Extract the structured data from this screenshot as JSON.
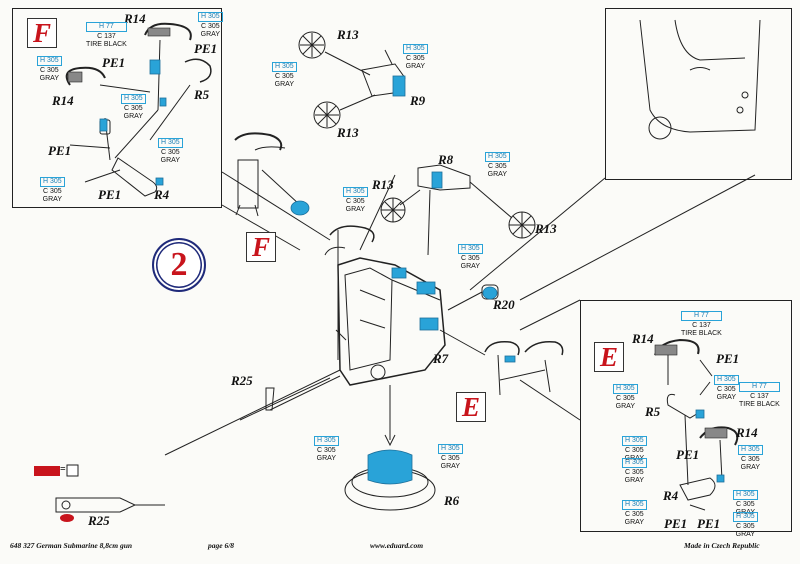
{
  "step": {
    "number": "2"
  },
  "colors": {
    "accent_red": "#c8141c",
    "cyan_part": "#29a3d8",
    "step_blue": "#1f2a7a",
    "h305": "H 305",
    "c305": "C 305",
    "gray": "GRAY",
    "h77": "H 77",
    "c137": "C 137",
    "tire_black": "TIRE BLACK"
  },
  "sections": {
    "f": "F",
    "e": "E"
  },
  "parts": {
    "r14": "R14",
    "pe1": "PE1",
    "r5": "R5",
    "r4": "R4",
    "r13": "R13",
    "r9": "R9",
    "r8": "R8",
    "r20": "R20",
    "r7": "R7",
    "r25": "R25",
    "r6": "R6"
  },
  "legend": {
    "symbol": "="
  },
  "footer": {
    "left": "648 327   German Submarine 8,8cm gun",
    "page": "page 6/8",
    "center": "www.eduard.com",
    "right": "Made in Czech Republic"
  }
}
